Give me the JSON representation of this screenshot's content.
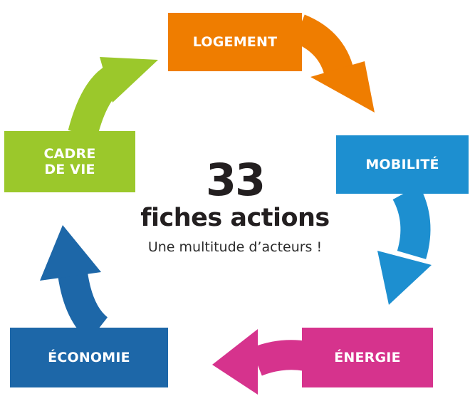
{
  "center": {
    "number": "33",
    "subtitle": "fiches actions",
    "tagline": "Une multitude d’acteurs !"
  },
  "boxes": {
    "logement": "LOGEMENT",
    "mobilite": "MOBILITÉ",
    "energie": "ÉNERGIE",
    "economie": "ÉCONOMIE",
    "cadre": "CADRE\nDE VIE"
  },
  "colors": {
    "logement": "#ef7d00",
    "mobilite": "#1d8fd0",
    "energie": "#d6338d",
    "economie": "#1d67a8",
    "cadre": "#9bc82b",
    "text_dark": "#231f20"
  }
}
